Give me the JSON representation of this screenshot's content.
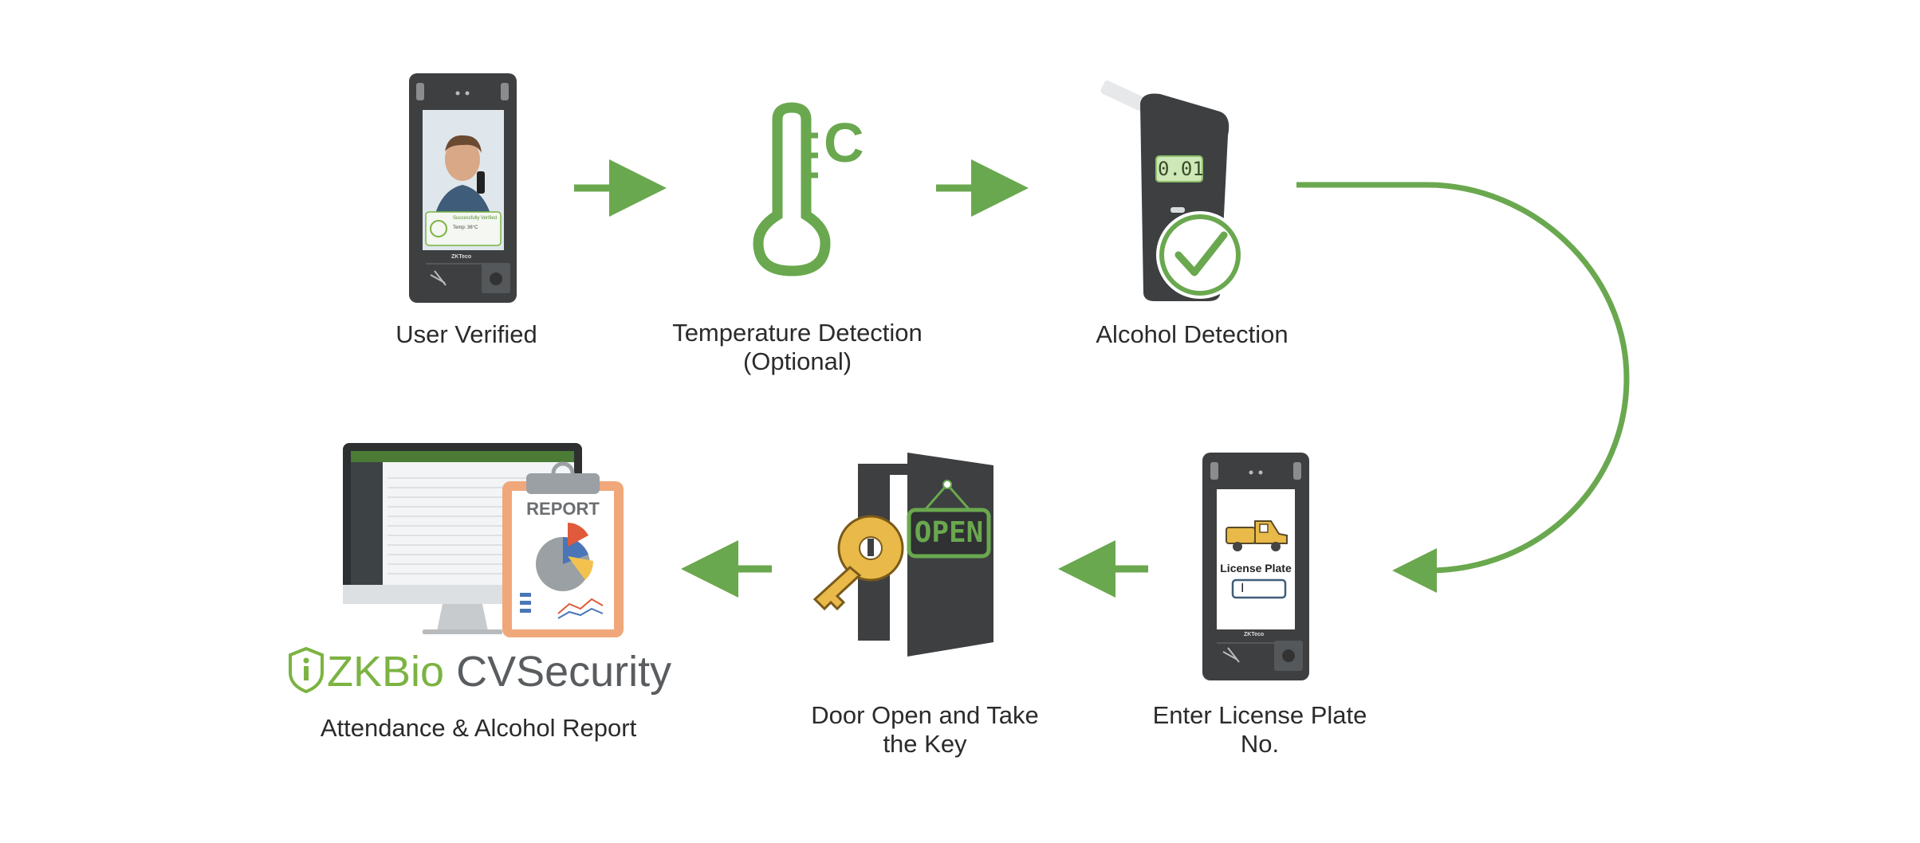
{
  "colors": {
    "accent_green": "#6aa84f",
    "device_dark": "#3d3f41",
    "brand_green": "#7cb342",
    "key_gold": "#e9b949",
    "report_orange": "#f0a77a"
  },
  "steps": {
    "user_verified": {
      "label": "User Verified",
      "screen_status": "Successfully Verified",
      "screen_temp": "Temp: 36°C",
      "brand": "ZKTeco",
      "icon": "face-terminal-icon"
    },
    "temperature": {
      "label_line1": "Temperature Detection",
      "label_line2": "(Optional)",
      "unit": "C",
      "icon": "thermometer-icon"
    },
    "alcohol": {
      "label": "Alcohol Detection",
      "display": "0.01",
      "icon": "breathalyzer-icon"
    },
    "license_plate": {
      "label_line1": "Enter License Plate",
      "label_line2": "No.",
      "screen_label": "License Plate",
      "input_value": "I",
      "brand": "ZKTeco",
      "icon": "truck-icon"
    },
    "door": {
      "label_line1": "Door Open and Take",
      "label_line2": "the Key",
      "sign": "OPEN",
      "icon": "door-key-icon"
    },
    "report": {
      "label": "Attendance & Alcohol Report",
      "clipboard_title": "REPORT",
      "brand_a": "ZKBio",
      "brand_b": "CVSecurity",
      "icon": "monitor-report-icon"
    }
  }
}
